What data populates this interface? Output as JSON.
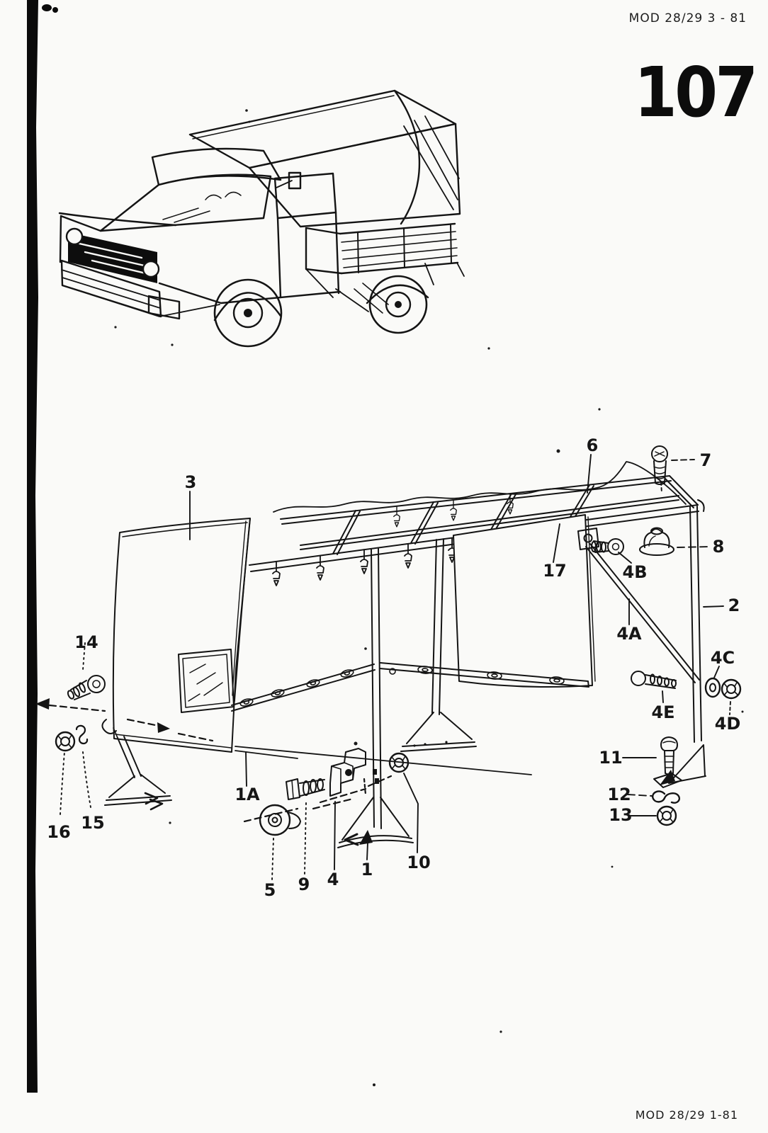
{
  "page": {
    "header_code": "MOD 28/29  3 - 81",
    "page_number": "107",
    "footer_code": "MOD 28/29  1-81"
  },
  "palette": {
    "ink": "#141414",
    "paper": "#fafaf8"
  },
  "callouts": [
    {
      "id": "3",
      "label": "3"
    },
    {
      "id": "6",
      "label": "6"
    },
    {
      "id": "7",
      "label": "7"
    },
    {
      "id": "8",
      "label": "8"
    },
    {
      "id": "17",
      "label": "17"
    },
    {
      "id": "4B",
      "label": "4B"
    },
    {
      "id": "2",
      "label": "2"
    },
    {
      "id": "4A",
      "label": "4A"
    },
    {
      "id": "4C",
      "label": "4C"
    },
    {
      "id": "4E",
      "label": "4E"
    },
    {
      "id": "4D",
      "label": "4D"
    },
    {
      "id": "11",
      "label": "11"
    },
    {
      "id": "12",
      "label": "12"
    },
    {
      "id": "13",
      "label": "13"
    },
    {
      "id": "14",
      "label": "14"
    },
    {
      "id": "15",
      "label": "15"
    },
    {
      "id": "16",
      "label": "16"
    },
    {
      "id": "1A",
      "label": "1A"
    },
    {
      "id": "5",
      "label": "5"
    },
    {
      "id": "9",
      "label": "9"
    },
    {
      "id": "4",
      "label": "4"
    },
    {
      "id": "1",
      "label": "1"
    },
    {
      "id": "10",
      "label": "10"
    }
  ]
}
